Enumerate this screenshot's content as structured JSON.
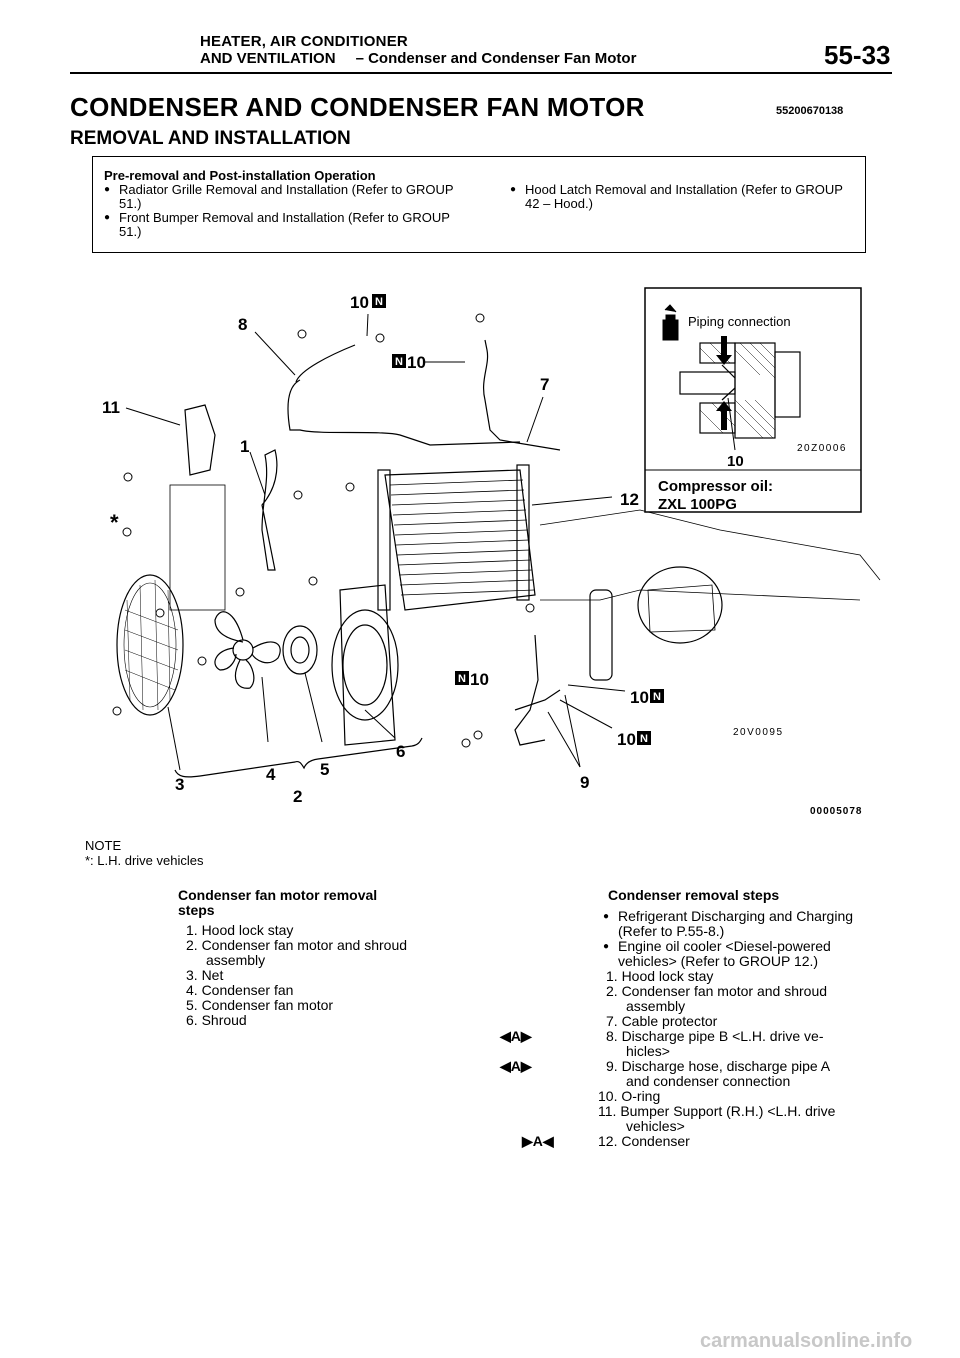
{
  "header": {
    "section_line1": "HEATER, AIR CONDITIONER",
    "section_line2": "AND VENTILATION",
    "section_sub": "– Condenser and Condenser Fan Motor",
    "page_number": "55-33"
  },
  "title": "CONDENSER AND CONDENSER FAN MOTOR",
  "title_code": "55200670138",
  "subtitle": "REMOVAL AND INSTALLATION",
  "pre_operation": {
    "heading": "Pre-removal and Post-installation Operation",
    "items": [
      "Radiator Grille Removal and Installation (Refer to GROUP 51.)",
      "Front Bumper Removal and Installation (Refer to GROUP 51.)",
      "Hood Latch Removal and Installation (Refer to GROUP 42 – Hood.)"
    ]
  },
  "figure": {
    "inset_label": "Piping connection",
    "inset_code": "20Z0006",
    "inset_callout": "10",
    "compressor_oil_label": "Compressor oil:",
    "compressor_oil_value": "ZXL 100PG",
    "view_code": "20V0095",
    "figure_code": "00005078",
    "callouts": [
      "1",
      "2",
      "3",
      "4",
      "5",
      "6",
      "7",
      "8",
      "9",
      "10",
      "11",
      "12",
      "*"
    ],
    "new_mark": "N"
  },
  "note": {
    "label": "NOTE",
    "text": "*: L.H. drive vehicles"
  },
  "fan_motor_removal": {
    "heading_line1": "Condenser fan motor removal",
    "heading_line2": "steps",
    "steps": [
      "1. Hood lock stay",
      "2. Condenser fan motor and shroud",
      "assembly",
      "3. Net",
      "4. Condenser fan",
      "5. Condenser fan motor",
      "6. Shroud"
    ]
  },
  "condenser_removal": {
    "heading": "Condenser removal steps",
    "steps": [
      {
        "mark": "",
        "text": "Refrigerant Discharging and Charging",
        "cont": "(Refer to P.55-8.)",
        "bullet": true
      },
      {
        "mark": "",
        "text": "Engine oil cooler <Diesel-powered",
        "cont": "vehicles> (Refer to GROUP 12.)",
        "bullet": true
      },
      {
        "mark": "",
        "text": "1. Hood lock stay",
        "cont": ""
      },
      {
        "mark": "",
        "text": "2. Condenser fan motor and shroud",
        "cont": "assembly"
      },
      {
        "mark": "",
        "text": "7. Cable protector",
        "cont": ""
      },
      {
        "mark": "◀A▶",
        "text": "8. Discharge pipe B <L.H. drive ve-",
        "cont": "hicles>"
      },
      {
        "mark": "◀A▶",
        "text": "9. Discharge hose, discharge pipe A",
        "cont": "and condenser connection"
      },
      {
        "mark": "",
        "text": "10. O-ring",
        "cont": ""
      },
      {
        "mark": "",
        "text": "11. Bumper Support (R.H.) <L.H. drive",
        "cont": "vehicles>"
      },
      {
        "mark": "▶A◀",
        "text": "12. Condenser",
        "cont": ""
      }
    ]
  },
  "watermark": "carmanualsonline.info"
}
